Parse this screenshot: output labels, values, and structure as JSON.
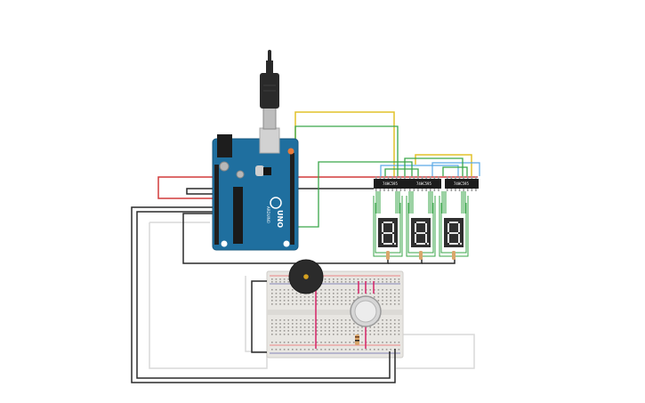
{
  "board": {
    "brand": "ARDUINO",
    "model": "UNO",
    "color": "#1f6f9f"
  },
  "shift_registers": [
    {
      "label": "74HC595"
    },
    {
      "label": "74HC595"
    },
    {
      "label": "74HC595"
    }
  ],
  "displays": [
    {
      "digit": "8"
    },
    {
      "digit": "8"
    },
    {
      "digit": "8"
    }
  ],
  "colors": {
    "wire_black": "#2a2a2a",
    "wire_red": "#d23b3b",
    "wire_green": "#3aa64a",
    "wire_yellow": "#e2c22a",
    "wire_blue": "#5aa9e6",
    "wire_gray": "#d9d9d9",
    "breadboard": "#e8e6e2",
    "buzzer": "#2b2b2b",
    "segment_off": "#3a3a3a",
    "segment_on": "#f2f2f2"
  }
}
